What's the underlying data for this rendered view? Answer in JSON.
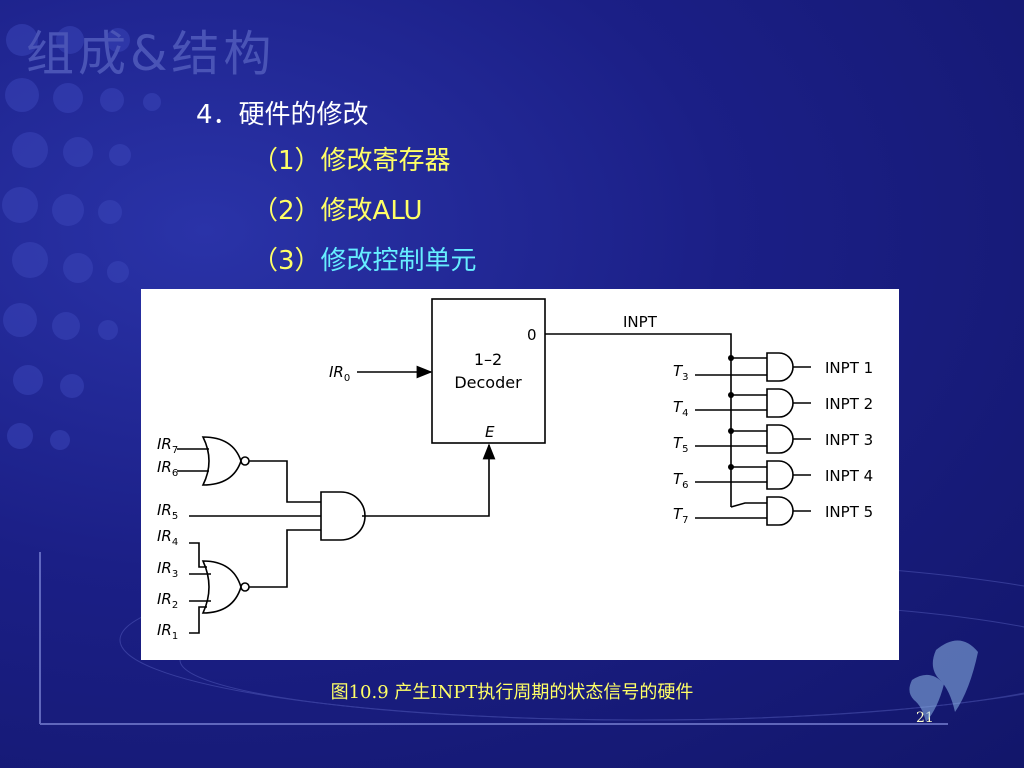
{
  "slide": {
    "title": "组成&结构",
    "heading": "4．硬件的修改",
    "items": [
      {
        "num": "（1）",
        "text": "修改寄存器"
      },
      {
        "num": "（2）",
        "text": "修改ALU"
      },
      {
        "num": "（3）",
        "text": "修改控制单元"
      }
    ],
    "caption": "图10.9  产生INPT执行周期的状态信号的硬件",
    "page_number": "21",
    "colors": {
      "background": "#1b1f86",
      "item_yellow": "#ffff66",
      "item_cyan": "#66eeff"
    }
  },
  "diagram": {
    "decoder": {
      "title": "1–2",
      "subtitle": "Decoder",
      "output": "0",
      "enable": "E"
    },
    "decoder_input": {
      "base": "IR",
      "sub": "0"
    },
    "ir_inputs": [
      {
        "base": "IR",
        "sub": "7"
      },
      {
        "base": "IR",
        "sub": "6"
      },
      {
        "base": "IR",
        "sub": "5"
      },
      {
        "base": "IR",
        "sub": "4"
      },
      {
        "base": "IR",
        "sub": "3"
      },
      {
        "base": "IR",
        "sub": "2"
      },
      {
        "base": "IR",
        "sub": "1"
      }
    ],
    "inpt_label": "INPT",
    "t_inputs": [
      {
        "base": "T",
        "sub": "3"
      },
      {
        "base": "T",
        "sub": "4"
      },
      {
        "base": "T",
        "sub": "5"
      },
      {
        "base": "T",
        "sub": "6"
      },
      {
        "base": "T",
        "sub": "7"
      }
    ],
    "outputs": [
      "INPT 1",
      "INPT 2",
      "INPT 3",
      "INPT 4",
      "INPT 5"
    ]
  }
}
